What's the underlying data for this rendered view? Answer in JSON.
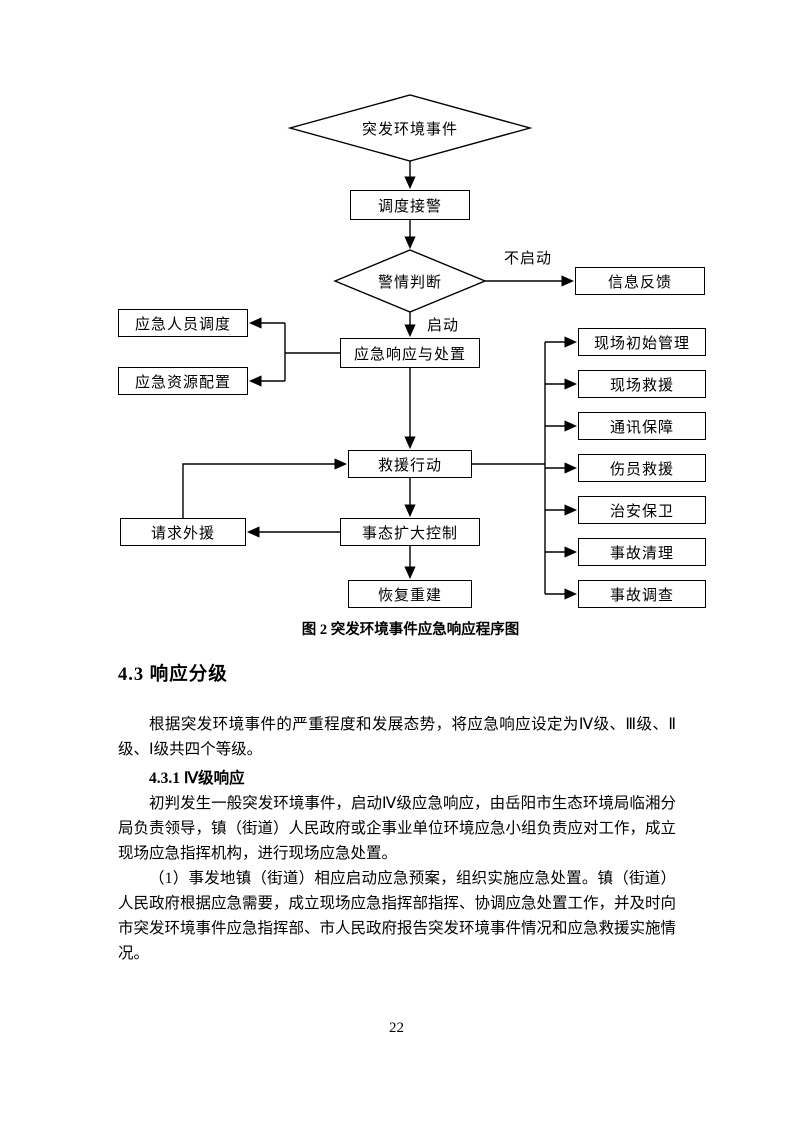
{
  "flowchart": {
    "start": "突发环境事件",
    "dispatch": "调度接警",
    "judge": "警情判断",
    "label_no_start": "不启动",
    "label_start": "启动",
    "feedback": "信息反馈",
    "response": "应急响应与处置",
    "personnel": "应急人员调度",
    "resources": "应急资源配置",
    "rescue": "救援行动",
    "right_boxes": [
      "现场初始管理",
      "现场救援",
      "通讯保障",
      "伤员救援",
      "治安保卫",
      "事故清理",
      "事故调查"
    ],
    "escalation": "事态扩大控制",
    "external_help": "请求外援",
    "recovery": "恢复重建",
    "caption": "图 2 突发环境事件应急响应程序图"
  },
  "section": {
    "heading": "4.3 响应分级",
    "para1": "根据突发环境事件的严重程度和发展态势，将应急响应设定为Ⅳ级、Ⅲ级、Ⅱ级、Ⅰ级共四个等级。",
    "subheading": "4.3.1 Ⅳ级响应",
    "para2": "初判发生一般突发环境事件，启动Ⅳ级应急响应，由岳阳市生态环境局临湘分局负责领导，镇（街道）人民政府或企事业单位环境应急小组负责应对工作，成立现场应急指挥机构，进行现场应急处置。",
    "para3": "（1）事发地镇（街道）相应启动应急预案，组织实施应急处置。镇（街道）人民政府根据应急需要，成立现场应急指挥部指挥、协调应急处置工作，并及时向市突发环境事件应急指挥部、市人民政府报告突发环境事件情况和应急救援实施情况。"
  },
  "page_number": "22"
}
